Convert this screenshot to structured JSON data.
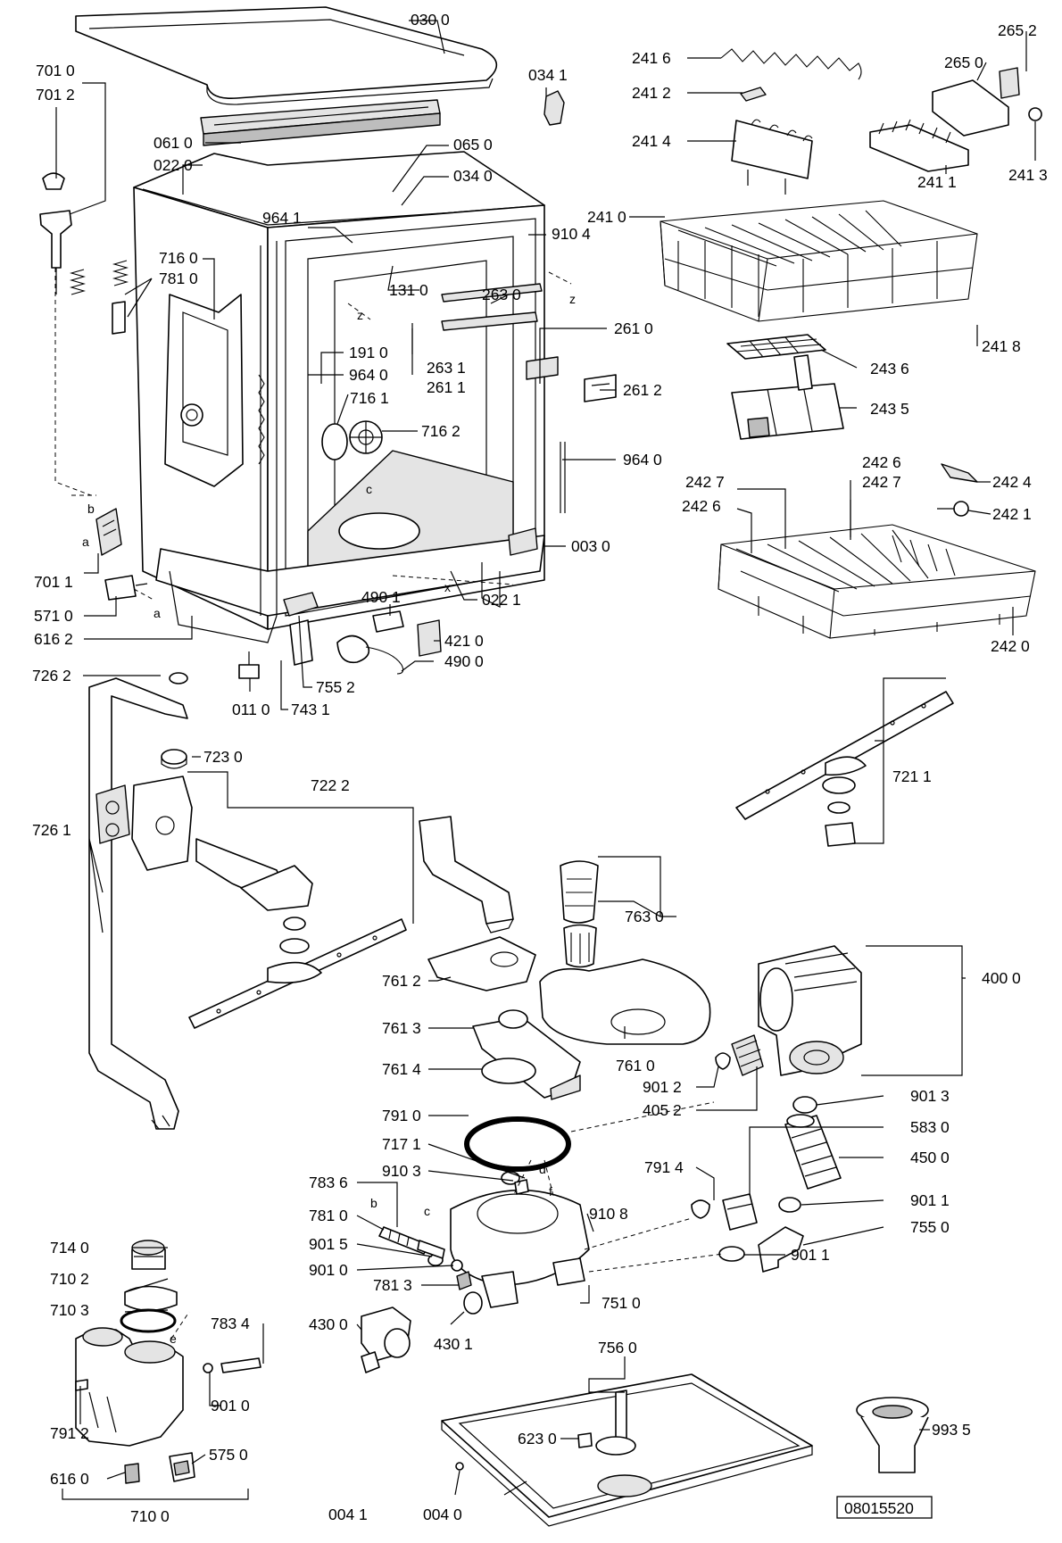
{
  "diagram": {
    "code": "08015520",
    "labels": [
      {
        "id": "l0300",
        "text": "030 0"
      },
      {
        "id": "l0341",
        "text": "034 1"
      },
      {
        "id": "l7010",
        "text": "701 0"
      },
      {
        "id": "l7012",
        "text": "701 2"
      },
      {
        "id": "l0610",
        "text": "061 0"
      },
      {
        "id": "l0220",
        "text": "022 0"
      },
      {
        "id": "l0650",
        "text": "065 0"
      },
      {
        "id": "l0340",
        "text": "034 0"
      },
      {
        "id": "l9641a",
        "text": "964 1"
      },
      {
        "id": "l9104",
        "text": "910 4"
      },
      {
        "id": "l7160",
        "text": "716 0"
      },
      {
        "id": "l7810a",
        "text": "781 0"
      },
      {
        "id": "l1310",
        "text": "131 0"
      },
      {
        "id": "l2630",
        "text": "263 0"
      },
      {
        "id": "l2610",
        "text": "261 0"
      },
      {
        "id": "l1910",
        "text": "191 0"
      },
      {
        "id": "l9640a",
        "text": "964 0"
      },
      {
        "id": "l2631",
        "text": "263 1"
      },
      {
        "id": "l2611",
        "text": "261 1"
      },
      {
        "id": "l2612",
        "text": "261 2"
      },
      {
        "id": "l7161",
        "text": "716 1"
      },
      {
        "id": "l7162",
        "text": "716 2"
      },
      {
        "id": "l9640b",
        "text": "964 0"
      },
      {
        "id": "l0030",
        "text": "003 0"
      },
      {
        "id": "l7011",
        "text": "701 1"
      },
      {
        "id": "l5710",
        "text": "571 0"
      },
      {
        "id": "l6162",
        "text": "616 2"
      },
      {
        "id": "l4901",
        "text": "490 1"
      },
      {
        "id": "l0221",
        "text": "022 1"
      },
      {
        "id": "l4210",
        "text": "421 0"
      },
      {
        "id": "l4900",
        "text": "490 0"
      },
      {
        "id": "l7262",
        "text": "726 2"
      },
      {
        "id": "l7552",
        "text": "755 2"
      },
      {
        "id": "l0110",
        "text": "011 0"
      },
      {
        "id": "l7431",
        "text": "743 1"
      },
      {
        "id": "l2652",
        "text": "265 2"
      },
      {
        "id": "l2416",
        "text": "241 6"
      },
      {
        "id": "l2650",
        "text": "265 0"
      },
      {
        "id": "l2412",
        "text": "241 2"
      },
      {
        "id": "l2414",
        "text": "241 4"
      },
      {
        "id": "l2411",
        "text": "241 1"
      },
      {
        "id": "l2413",
        "text": "241 3"
      },
      {
        "id": "l2410",
        "text": "241 0"
      },
      {
        "id": "l2418",
        "text": "241 8"
      },
      {
        "id": "l2436",
        "text": "243 6"
      },
      {
        "id": "l2435",
        "text": "243 5"
      },
      {
        "id": "l2427a",
        "text": "242 7"
      },
      {
        "id": "l2426a",
        "text": "242 6"
      },
      {
        "id": "l2426b",
        "text": "242 6"
      },
      {
        "id": "l2427b",
        "text": "242 7"
      },
      {
        "id": "l2424",
        "text": "242 4"
      },
      {
        "id": "l2421",
        "text": "242 1"
      },
      {
        "id": "l2420",
        "text": "242 0"
      },
      {
        "id": "l7230",
        "text": "723 0"
      },
      {
        "id": "l7222",
        "text": "722 2"
      },
      {
        "id": "l7261",
        "text": "726 1"
      },
      {
        "id": "l7211",
        "text": "721 1"
      },
      {
        "id": "l7630",
        "text": "763 0"
      },
      {
        "id": "l7612",
        "text": "761 2"
      },
      {
        "id": "l4000",
        "text": "400 0"
      },
      {
        "id": "l7613",
        "text": "761 3"
      },
      {
        "id": "l7610",
        "text": "761 0"
      },
      {
        "id": "l7614",
        "text": "761 4"
      },
      {
        "id": "l9012",
        "text": "901 2"
      },
      {
        "id": "l4052",
        "text": "405 2"
      },
      {
        "id": "l9013",
        "text": "901 3"
      },
      {
        "id": "l7910",
        "text": "791 0"
      },
      {
        "id": "l5830",
        "text": "583 0"
      },
      {
        "id": "l7171",
        "text": "717 1"
      },
      {
        "id": "l4500",
        "text": "450 0"
      },
      {
        "id": "l9103",
        "text": "910 3"
      },
      {
        "id": "l7914",
        "text": "791 4"
      },
      {
        "id": "l7836",
        "text": "783 6"
      },
      {
        "id": "l9108",
        "text": "910 8"
      },
      {
        "id": "l9011a",
        "text": "901 1"
      },
      {
        "id": "l7810b",
        "text": "781 0"
      },
      {
        "id": "l7550",
        "text": "755 0"
      },
      {
        "id": "l9015",
        "text": "901 5"
      },
      {
        "id": "l9011b",
        "text": "901 1"
      },
      {
        "id": "l7140",
        "text": "714 0"
      },
      {
        "id": "l9010a",
        "text": "901 0"
      },
      {
        "id": "l7102",
        "text": "710 2"
      },
      {
        "id": "l7813",
        "text": "781 3"
      },
      {
        "id": "l7510",
        "text": "751 0"
      },
      {
        "id": "l7103",
        "text": "710 3"
      },
      {
        "id": "l7834",
        "text": "783 4"
      },
      {
        "id": "l4300",
        "text": "430 0"
      },
      {
        "id": "l4301",
        "text": "430 1"
      },
      {
        "id": "l7560",
        "text": "756 0"
      },
      {
        "id": "l9010b",
        "text": "901 0"
      },
      {
        "id": "l9935",
        "text": "993 5"
      },
      {
        "id": "l6230",
        "text": "623 0"
      },
      {
        "id": "l7912",
        "text": "791 2"
      },
      {
        "id": "l5750",
        "text": "575 0"
      },
      {
        "id": "l6160",
        "text": "616 0"
      },
      {
        "id": "l7100",
        "text": "710 0"
      },
      {
        "id": "l0041",
        "text": "004 1"
      },
      {
        "id": "l0040",
        "text": "004 0"
      }
    ],
    "letters": [
      {
        "id": "z1",
        "text": "z"
      },
      {
        "id": "z2",
        "text": "z"
      },
      {
        "id": "c1",
        "text": "c"
      },
      {
        "id": "x1",
        "text": "x"
      },
      {
        "id": "b1",
        "text": "b"
      },
      {
        "id": "a1",
        "text": "a"
      },
      {
        "id": "a2",
        "text": "a"
      },
      {
        "id": "b2",
        "text": "b"
      },
      {
        "id": "c2",
        "text": "c"
      },
      {
        "id": "d1",
        "text": "d"
      },
      {
        "id": "e1",
        "text": "e"
      },
      {
        "id": "f1",
        "text": "f"
      }
    ]
  }
}
